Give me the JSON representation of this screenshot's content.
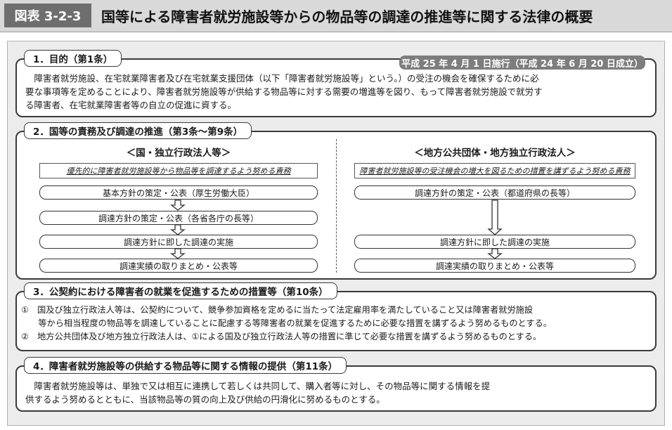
{
  "header": {
    "figure_label": "図表 3-2-3",
    "title": "国等による障害者就労施設等からの物品等の調達の推進等に関する法律の概要"
  },
  "section1": {
    "tab": "1．目的（第1条）",
    "date_badge": "平成 25 年 4 月 1 日施行（平成 24 年 6 月 20 日成立）",
    "lines": [
      "障害者就労施設、在宅就業障害者及び在宅就業支援団体（以下「障害者就労施設等」という。）の受注の機会を確保するために必",
      "要な事項等を定めることにより、障害者就労施設等が供給する物品等に対する需要の増進等を図り、もって障害者就労施設で就労す",
      "る障害者、在宅就業障害者等の自立の促進に資する。"
    ]
  },
  "section2": {
    "tab": "2．国等の責務及び調達の推進（第3条〜第9条）",
    "left": {
      "heading": "＜国・独立行政法人等＞",
      "duty": "優先的に障害者就労施設等から物品等を調達するよう努める責務",
      "steps": [
        "基本方針の策定・公表（厚生労働大臣）",
        "調達方針の策定・公表（各省各庁の長等）",
        "調達方針に即した調達の実施",
        "調達実績の取りまとめ・公表等"
      ]
    },
    "right": {
      "heading": "＜地方公共団体・地方独立行政法人＞",
      "duty": "障害者就労施設等の受注機会の増大を図るための措置を講ずるよう努める責務",
      "steps": [
        "調達方針の策定・公表（都道府県の長等）",
        "調達方針に即した調達の実施",
        "調達実績の取りまとめ・公表等"
      ]
    }
  },
  "section3": {
    "tab": "3．公契約における障害者の就業を促進するための措置等（第10条）",
    "lines": [
      "①　国及び独立行政法人等は、公契約について、競争参加資格を定めるに当たって法定雇用率を満たしていること又は障害者就労施設",
      "　　等から相当程度の物品等を調達していることに配慮する等障害者の就業を促進するために必要な措置を講ずるよう努めるものとする。",
      "②　地方公共団体及び地方独立行政法人は、①による国及び独立行政法人等の措置に準じて必要な措置を講ずるよう努めるものとする。"
    ]
  },
  "section4": {
    "tab": "4．障害者就労施設等の供給する物品等に関する情報の提供（第11条）",
    "lines": [
      "障害者就労施設等は、単独で又は相互に連携して若しくは共同して、購入者等に対し、その物品等に関する情報を提",
      "供するよう努めるとともに、当該物品等の質の向上及び供給の円滑化に努めるものとする。"
    ]
  }
}
